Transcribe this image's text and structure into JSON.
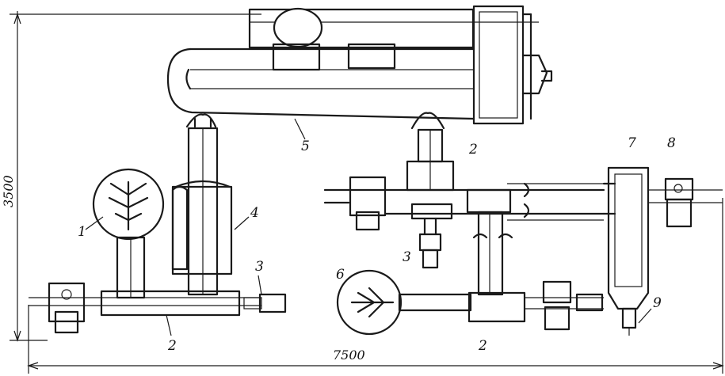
{
  "dimensions": {
    "width": "7500",
    "height": "3500"
  },
  "labels": {
    "l1": "1",
    "l2a": "2",
    "l2b": "2",
    "l2c": "2",
    "l3a": "3",
    "l3b": "3",
    "l4": "4",
    "l5": "5",
    "l6": "6",
    "l7": "7",
    "l8": "8",
    "l9": "9"
  }
}
